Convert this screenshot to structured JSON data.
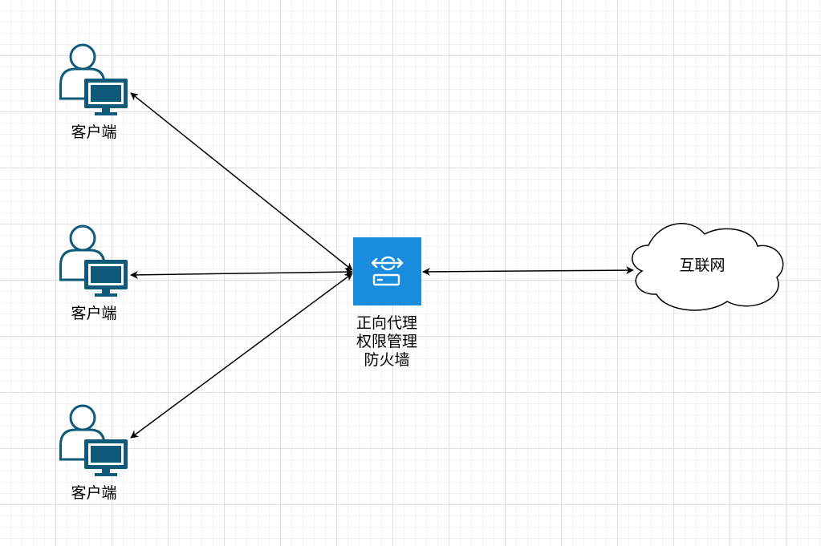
{
  "clients": [
    {
      "label": "客户端"
    },
    {
      "label": "客户端"
    },
    {
      "label": "客户端"
    }
  ],
  "proxy": {
    "lines": [
      "正向代理",
      "权限管理",
      "防火墙"
    ],
    "color": "#1a8cde"
  },
  "internet": {
    "label": "互联网"
  },
  "colors": {
    "user_icon": "#0f5a7a",
    "arrow": "#000000",
    "grid": "#e0e0e0"
  }
}
